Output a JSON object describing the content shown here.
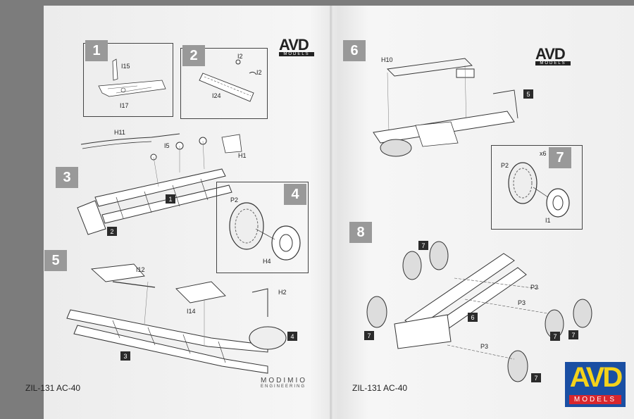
{
  "left_page": {
    "steps": [
      "1",
      "2",
      "3",
      "4",
      "5"
    ],
    "part_labels": {
      "i15": "I15",
      "i17": "I17",
      "i2a": "I2",
      "i2b": "I2",
      "i24": "I24",
      "h11": "H11",
      "i5": "I5",
      "h1": "H1",
      "p2": "P2",
      "h4": "H4",
      "i12": "I12",
      "h2": "H2",
      "i14": "I14"
    },
    "ref_tags": {
      "t1": "1",
      "t2": "2",
      "t3": "3",
      "t4": "4"
    },
    "footer_title": "ZIL-131 AC-40",
    "brand_line1": "MODIMIO",
    "brand_line2": "ENGINEERING"
  },
  "right_page": {
    "steps": [
      "6",
      "7",
      "8"
    ],
    "part_labels": {
      "h10": "H10",
      "p2": "P2",
      "i1": "I1",
      "x6": "x6",
      "p3a": "P3",
      "p3b": "P3",
      "p3c": "P3"
    },
    "ref_tags": {
      "t5": "5",
      "t6": "6",
      "t7a": "7",
      "t7b": "7",
      "t7c": "7",
      "t7d": "7",
      "t7e": "7"
    },
    "footer_title": "ZIL-131 AC-40"
  },
  "logos": {
    "small_text": "AVD",
    "small_sub": "MODELS",
    "big_text": "AVD",
    "big_sub": "MODELS"
  }
}
